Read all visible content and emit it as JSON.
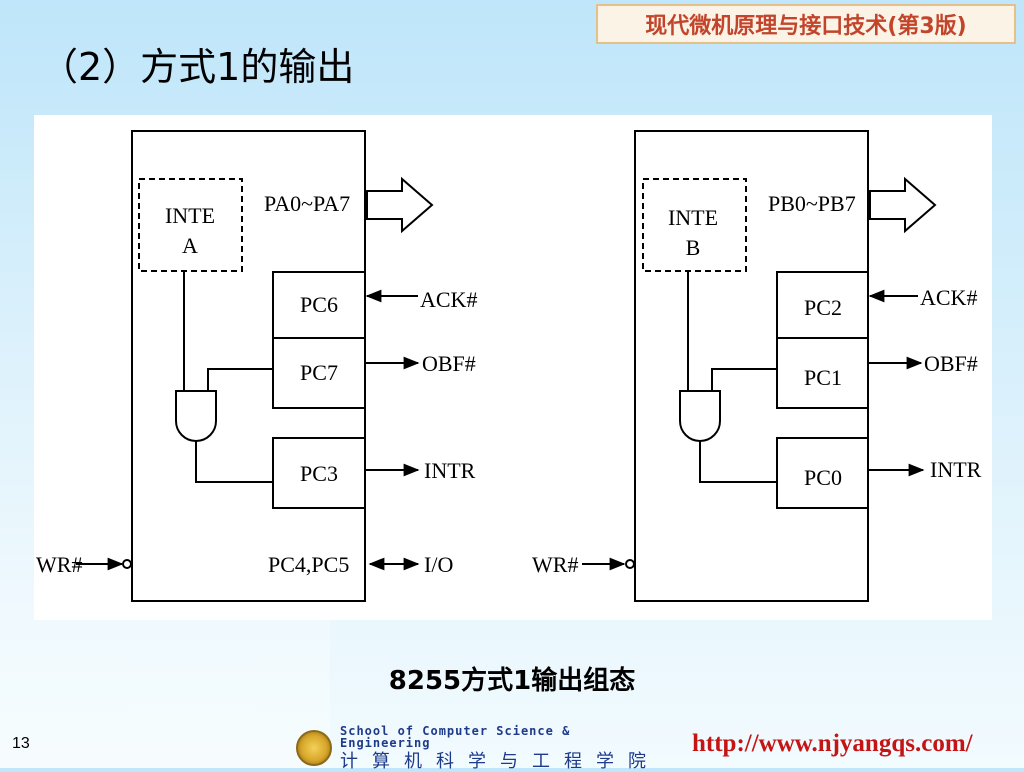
{
  "header": {
    "book_title": "现代微机原理与接口技术(第3版)",
    "page_title": "（2）方式1的输出"
  },
  "diagram": {
    "left": {
      "inte": [
        "INTE",
        "A"
      ],
      "port_label": "PA0~PA7",
      "pcs": [
        "PC6",
        "PC7",
        "PC3"
      ],
      "pc45": "PC4,PC5",
      "ack": "ACK#",
      "obf": "OBF#",
      "intr": "INTR",
      "io": "I/O",
      "wr": "WR#"
    },
    "right": {
      "inte": [
        "INTE",
        "B"
      ],
      "port_label": "PB0~PB7",
      "pcs": [
        "PC2",
        "PC1",
        "PC0"
      ],
      "ack": "ACK#",
      "obf": "OBF#",
      "intr": "INTR",
      "wr": "WR#"
    }
  },
  "caption": "8255方式1输出组态",
  "footer": {
    "page_number": "13",
    "school_en": "School of Computer Science & Engineering",
    "school_cn": "计算机科学与工程学院",
    "url": "http://www.njyangqs.com/"
  }
}
